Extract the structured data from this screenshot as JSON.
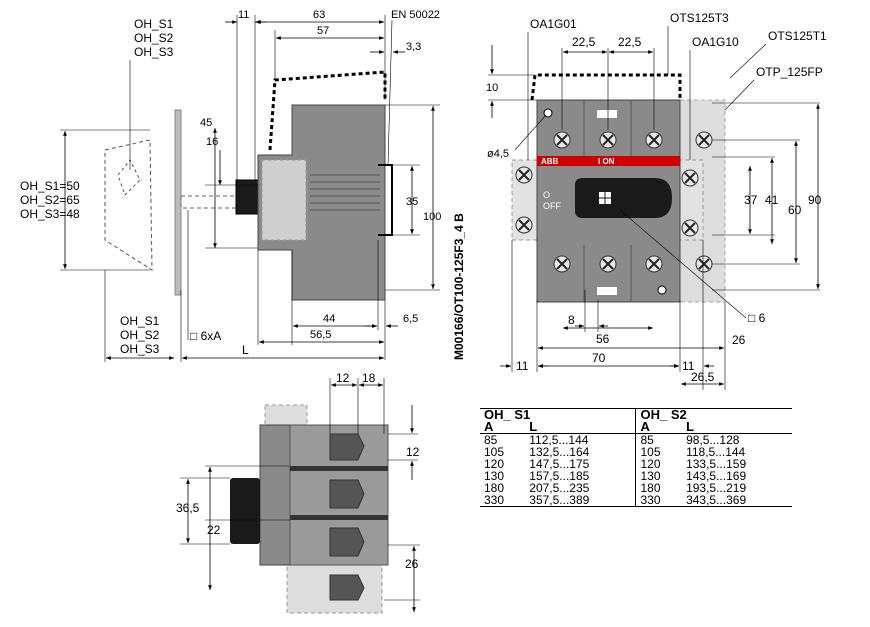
{
  "side_view": {
    "variant_labels": [
      "OH_S1",
      "OH_S2",
      "OH_S3"
    ],
    "lengths": [
      "OH_S1=50",
      "OH_S2=65",
      "OH_S3=48"
    ],
    "variant_labels_bottom": [
      "OH_S1",
      "OH_S2",
      "OH_S3"
    ],
    "dims": {
      "d11": "11",
      "d63": "63",
      "d57": "57",
      "d3_3": "3,3",
      "d45": "45",
      "d16": "16",
      "d35": "35",
      "d100": "100",
      "d44": "44",
      "d56_5": "56,5",
      "d6_5": "6,5",
      "L": "L"
    },
    "standard": "EN 50022",
    "shaft": "□ 6xA"
  },
  "front_view": {
    "codes": {
      "oa1g01": "OA1G01",
      "ots125t3": "OTS125T3",
      "oa1g10": "OA1G10",
      "ots125t1": "OTS125T1",
      "otp125fp": "OTP_125FP"
    },
    "dims": {
      "p1": "22,5",
      "p2": "22,5",
      "d10": "10",
      "hole": "ø4,5",
      "d37": "37",
      "d41": "41",
      "d60": "60",
      "d90": "90",
      "d8": "8",
      "d56": "56",
      "sq6": "□ 6",
      "d26": "26",
      "d11a": "11",
      "d70": "70",
      "d11b": "11",
      "d26_5": "26,5"
    },
    "brand": "ABB",
    "on": "I  ON",
    "off_o": "O",
    "off": "OFF"
  },
  "bottom_view": {
    "dims": {
      "d12a": "12",
      "d18": "18",
      "d12b": "12",
      "d36_5": "36,5",
      "d22": "22",
      "d26": "26"
    }
  },
  "doc_code": "M00166/OT100-125F3_4  B",
  "table": {
    "group1": "OH_ S1",
    "group2": "OH_ S2",
    "colA": "A",
    "colL": "L",
    "rows": [
      [
        "85",
        "112,5...144",
        "85",
        "98,5...128"
      ],
      [
        "105",
        "132,5...164",
        "105",
        "118,5...144"
      ],
      [
        "120",
        "147,5...175",
        "120",
        "133,5...159"
      ],
      [
        "130",
        "157,5...185",
        "130",
        "143,5...169"
      ],
      [
        "180",
        "207,5...235",
        "180",
        "193,5...219"
      ],
      [
        "330",
        "357,5...389",
        "330",
        "343,5...369"
      ]
    ]
  }
}
